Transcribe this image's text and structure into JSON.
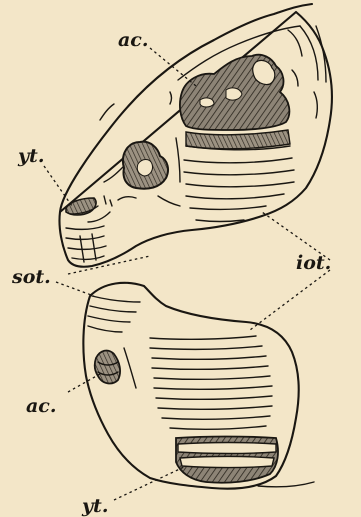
{
  "labels": {
    "ac_top": "ac.",
    "yt_top": "yt.",
    "sot": "sot.",
    "iot": "iot.",
    "ac_bottom": "ac.",
    "yt_bottom": "yt."
  }
}
